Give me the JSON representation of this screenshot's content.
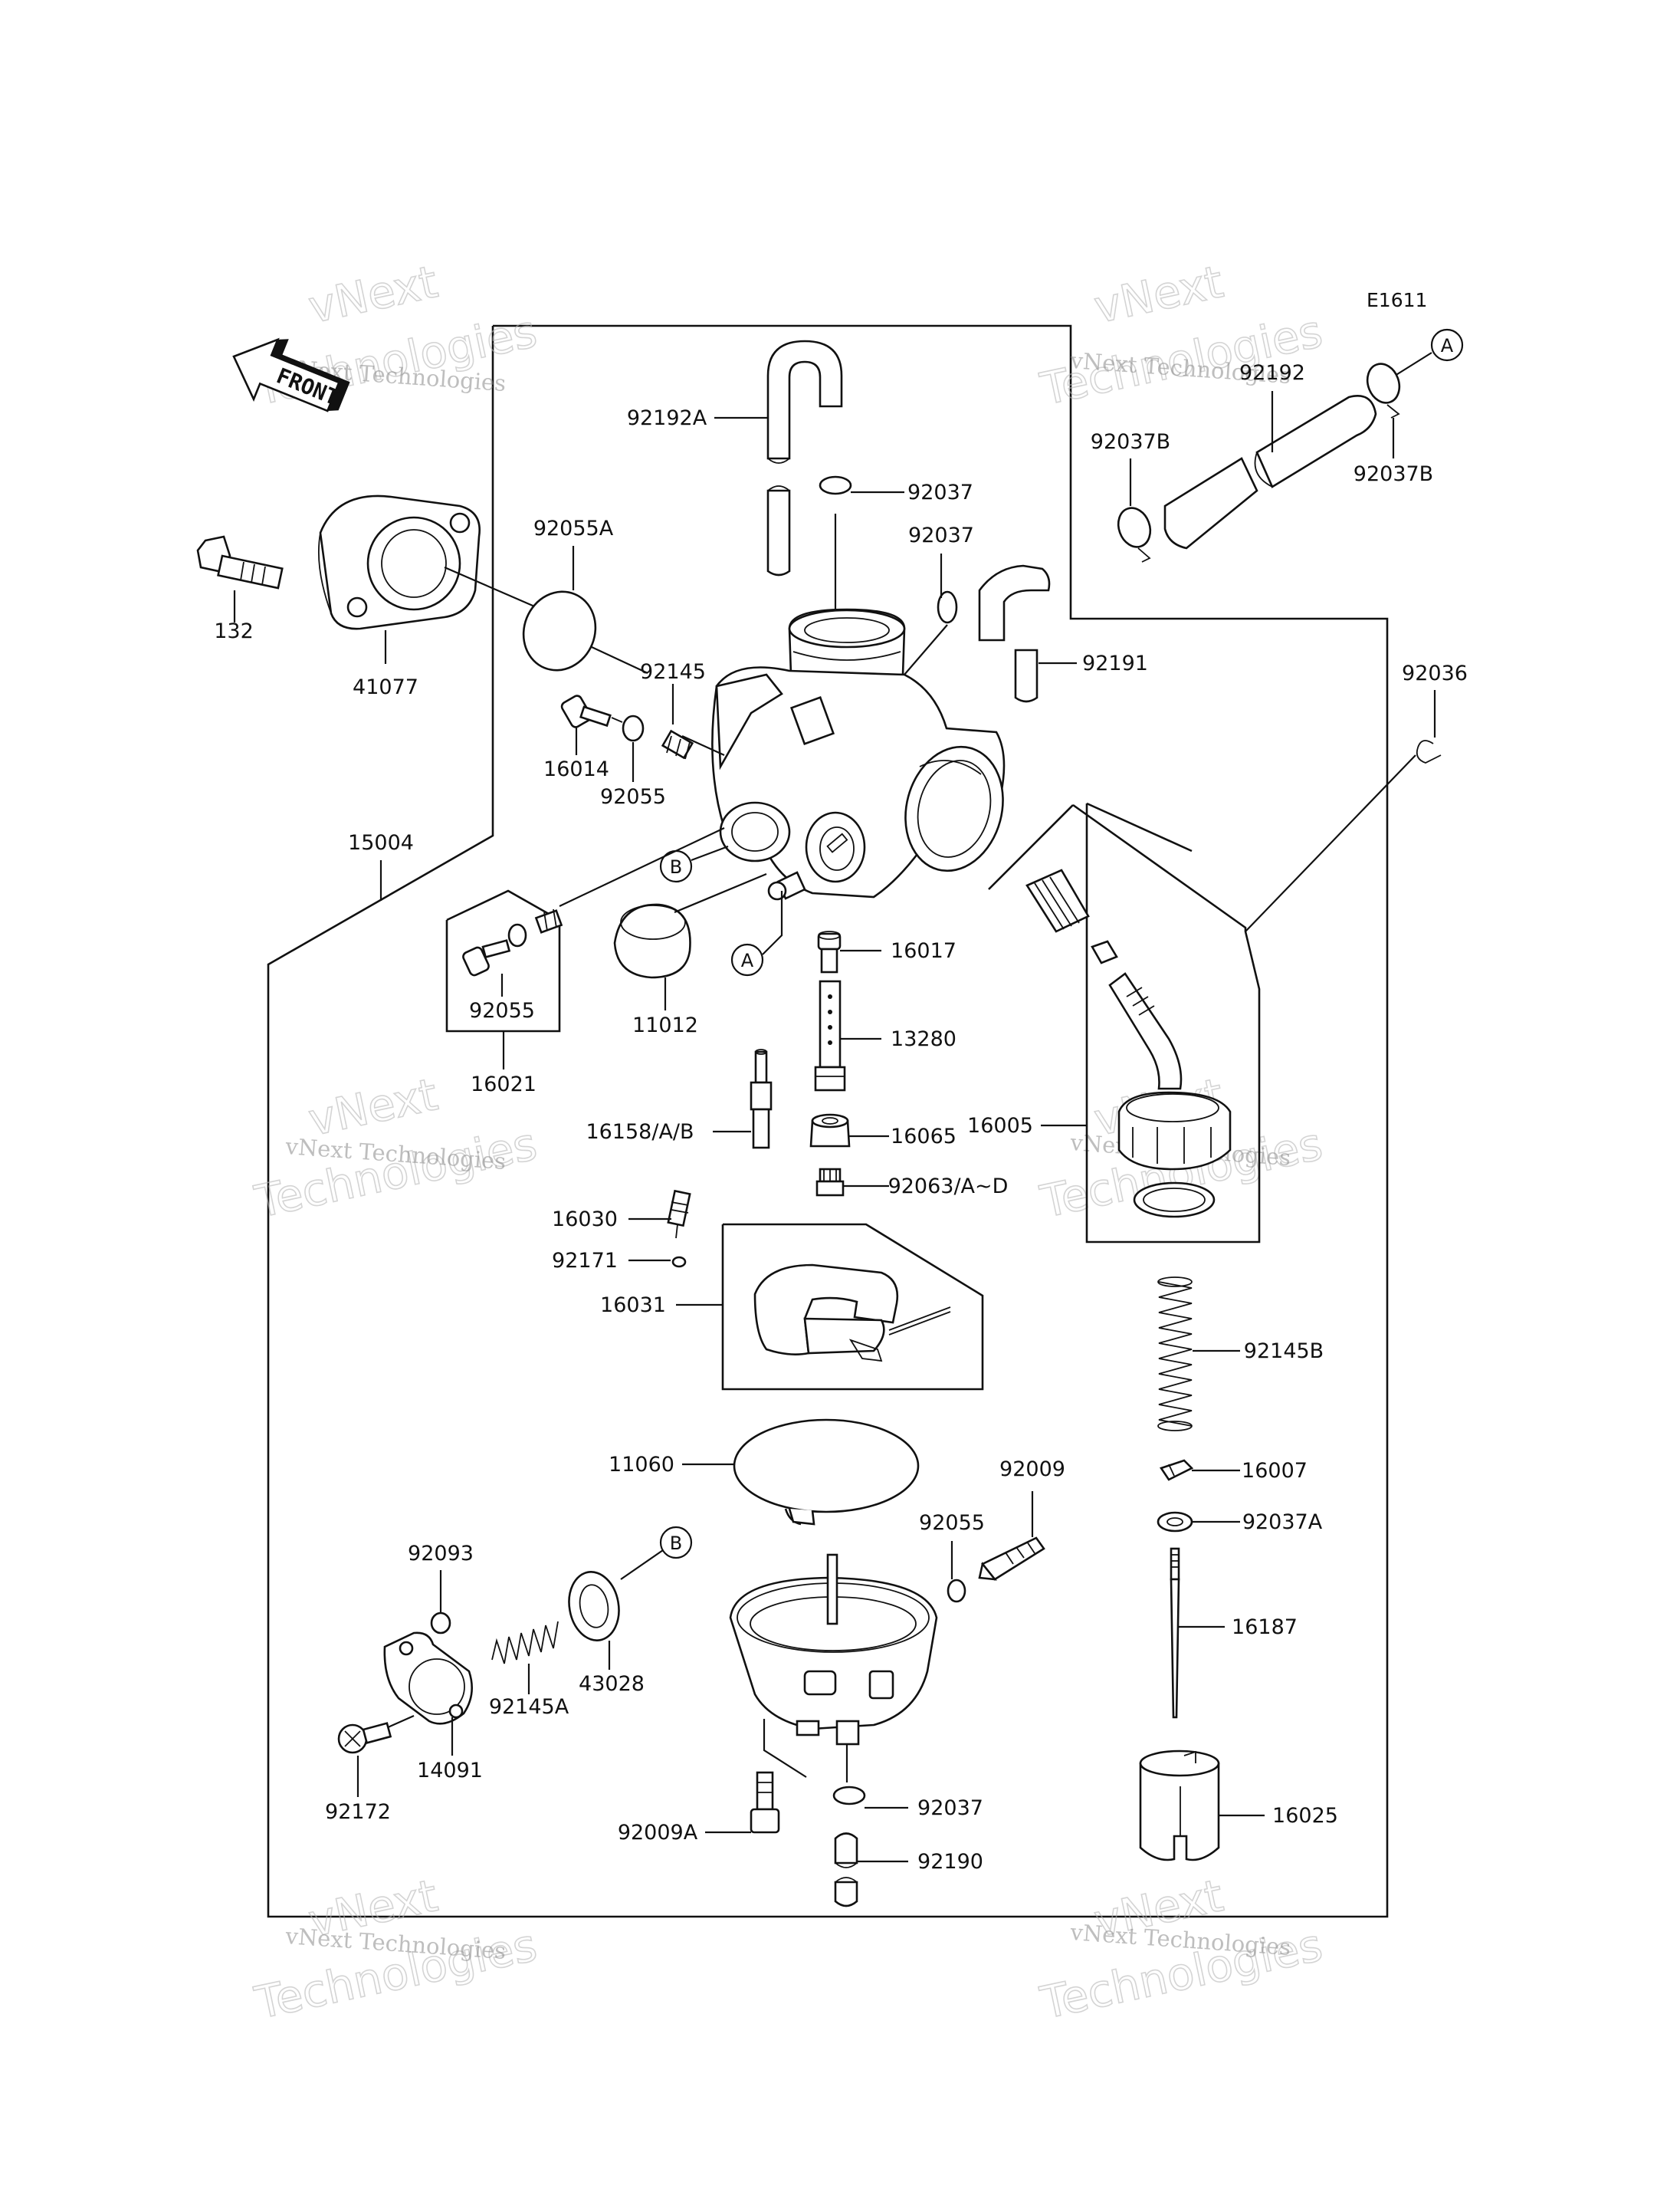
{
  "diagram_code": "E1611",
  "front_label": "FRONT",
  "watermark": {
    "line1": "vNext",
    "line2": "vNext Technologies",
    "line3": "Technologies"
  },
  "parts": {
    "p92192A": "92192A",
    "p92037_top": "92037",
    "p92037_mid": "92037",
    "p92191": "92191",
    "p92055A": "92055A",
    "p132": "132",
    "p41077": "41077",
    "p92145": "92145",
    "p16014": "16014",
    "p92055_a": "92055",
    "p15004": "15004",
    "p92055_b": "92055",
    "p16021": "16021",
    "p11012": "11012",
    "p16017": "16017",
    "p13280": "13280",
    "p16158": "16158/A/B",
    "p16065": "16065",
    "p92063": "92063/A~D",
    "p16030": "16030",
    "p92171": "92171",
    "p16031": "16031",
    "p16005": "16005",
    "p92036": "92036",
    "p92192": "92192",
    "p92037B_l": "92037B",
    "p92037B_r": "92037B",
    "p92145B": "92145B",
    "p16007": "16007",
    "p92037A": "92037A",
    "p16187": "16187",
    "p16025": "16025",
    "p11060": "11060",
    "p92009": "92009",
    "p92055_c": "92055",
    "p92093": "92093",
    "p43028": "43028",
    "p92145A": "92145A",
    "p14091": "14091",
    "p92172": "92172",
    "p92037_bot": "92037",
    "p92009A": "92009A",
    "p92190": "92190"
  },
  "callouts": {
    "a": "A",
    "b": "B"
  }
}
